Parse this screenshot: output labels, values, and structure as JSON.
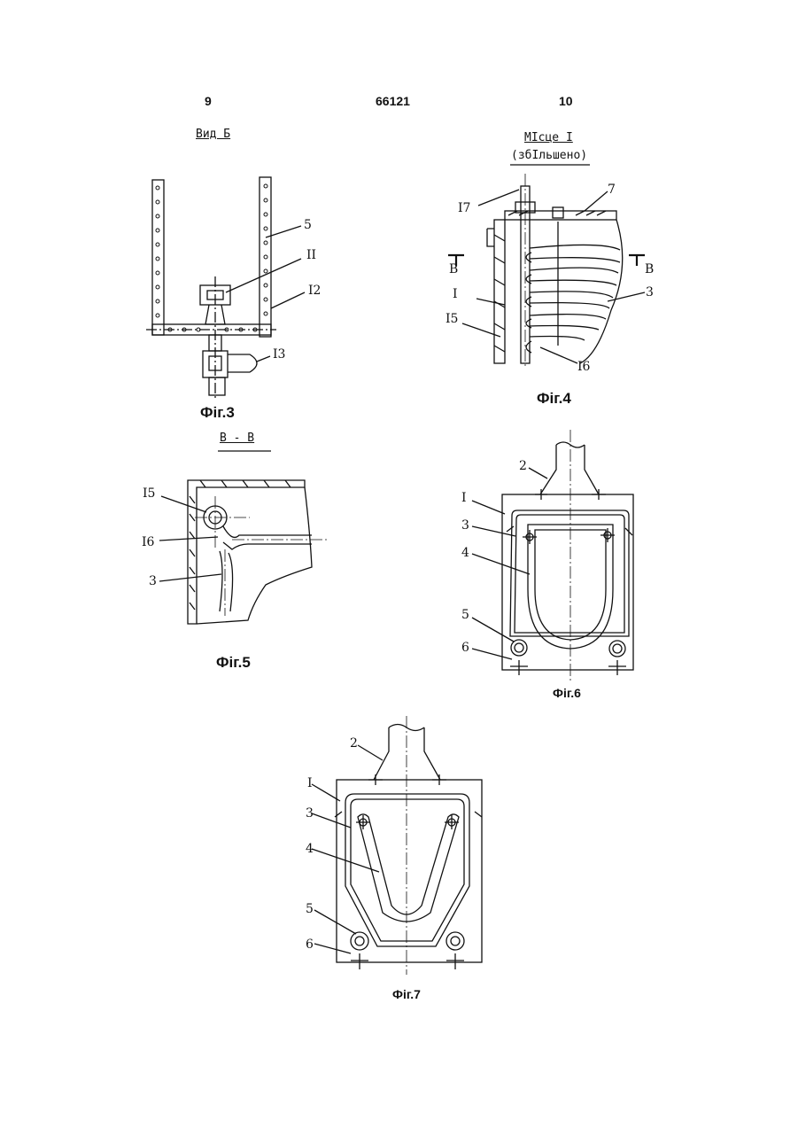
{
  "header": {
    "page_left": "9",
    "patent_number": "66121",
    "page_right": "10"
  },
  "fig3": {
    "view_label": "Вид Б",
    "caption": "Фіг.3",
    "labels": {
      "l5": "5",
      "l11": "II",
      "l12": "I2",
      "l13": "I3"
    }
  },
  "fig4": {
    "title": "МІсце I",
    "subtitle": "(збІльшено)",
    "caption": "Фіг.4",
    "labels": {
      "l17": "I7",
      "l7": "7",
      "lB_left": "B",
      "lB_right": "B",
      "l1": "I",
      "l15": "I5",
      "l3": "3",
      "l16": "I6"
    }
  },
  "fig5": {
    "section_label": "B - B",
    "caption": "Фіг.5",
    "labels": {
      "l15": "I5",
      "l16": "I6",
      "l3": "3"
    }
  },
  "fig6": {
    "caption": "Фіг.6",
    "labels": {
      "l2": "2",
      "l1": "I",
      "l3": "3",
      "l4": "4",
      "l5": "5",
      "l6": "6"
    }
  },
  "fig7": {
    "caption": "Фіг.7",
    "labels": {
      "l2": "2",
      "l1": "I",
      "l3": "3",
      "l4": "4",
      "l5": "5",
      "l6": "6"
    }
  }
}
